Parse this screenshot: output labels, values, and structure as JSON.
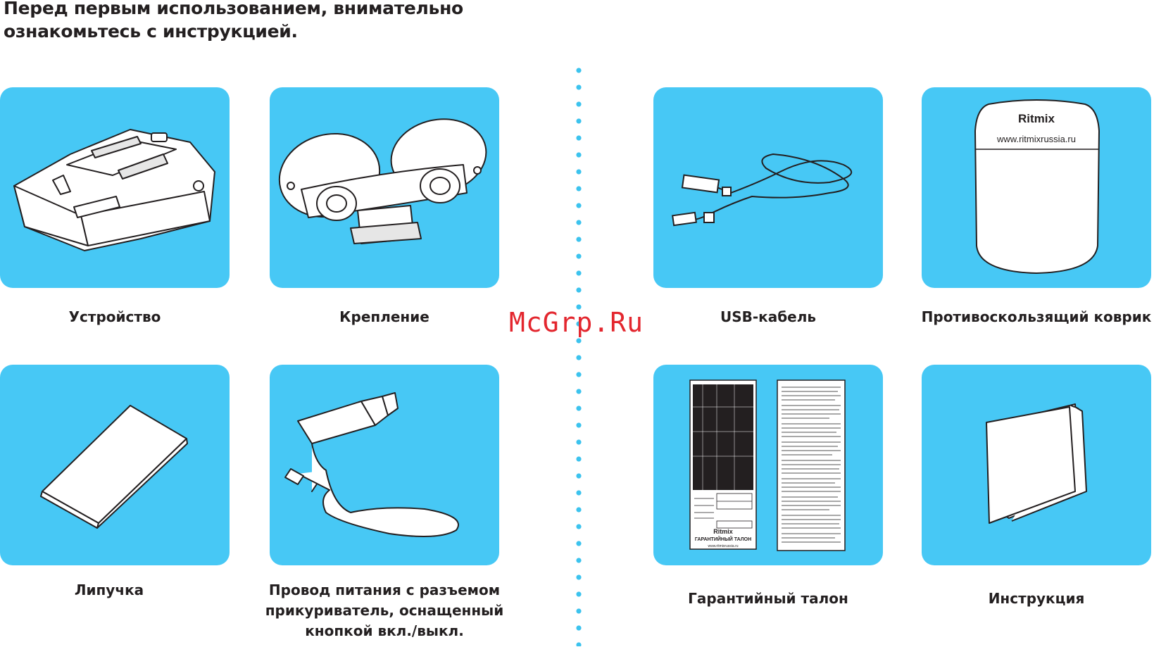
{
  "intro": {
    "line1": "Перед первым использованием, внимательно",
    "line2": "ознакомьтесь с инструкцией."
  },
  "items": [
    {
      "label": "Устройство"
    },
    {
      "label": "Крепление"
    },
    {
      "label": "USB-кабель"
    },
    {
      "label": "Противоскользящий коврик"
    },
    {
      "label": "Липучка"
    },
    {
      "label_lines": [
        "Провод питания с разъемом",
        "прикуриватель, оснащенный",
        "кнопкой вкл./выкл."
      ]
    },
    {
      "label": "Гарантийный талон"
    },
    {
      "label": "Инструкция"
    }
  ],
  "mat": {
    "brand": "Ritmix",
    "url": "www.ritmixrussia.ru"
  },
  "warranty": {
    "brand": "Ritmix",
    "title": "ГАРАНТИЙНЫЙ ТАЛОН",
    "url": "www.ritmixrussia.ru"
  },
  "watermark": "McGrp.Ru",
  "colors": {
    "tile": "#47c8f5",
    "divider": "#3cc3ee",
    "watermark": "#e3262e"
  }
}
